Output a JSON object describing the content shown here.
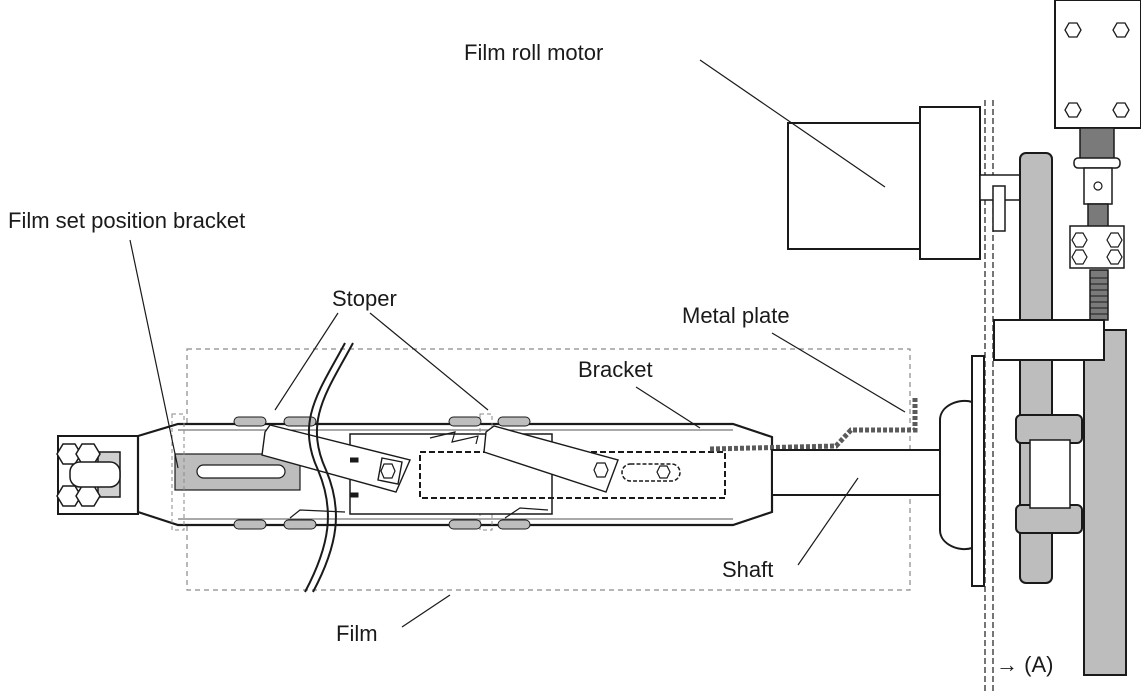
{
  "labels": {
    "film_roll_motor": "Film roll motor",
    "film_set_position_bracket": "Film set position bracket",
    "stoper": "Stoper",
    "metal_plate": "Metal plate",
    "bracket": "Bracket",
    "shaft": "Shaft",
    "film": "Film",
    "section_ref": "→ (A)"
  },
  "colors": {
    "line": "#1a1a1a",
    "part_fill": "#ffffff",
    "gray_part": "#b5b5b5",
    "dark_gray_part": "#7a7a7a",
    "dashed_outline": "#8a8a8a"
  }
}
